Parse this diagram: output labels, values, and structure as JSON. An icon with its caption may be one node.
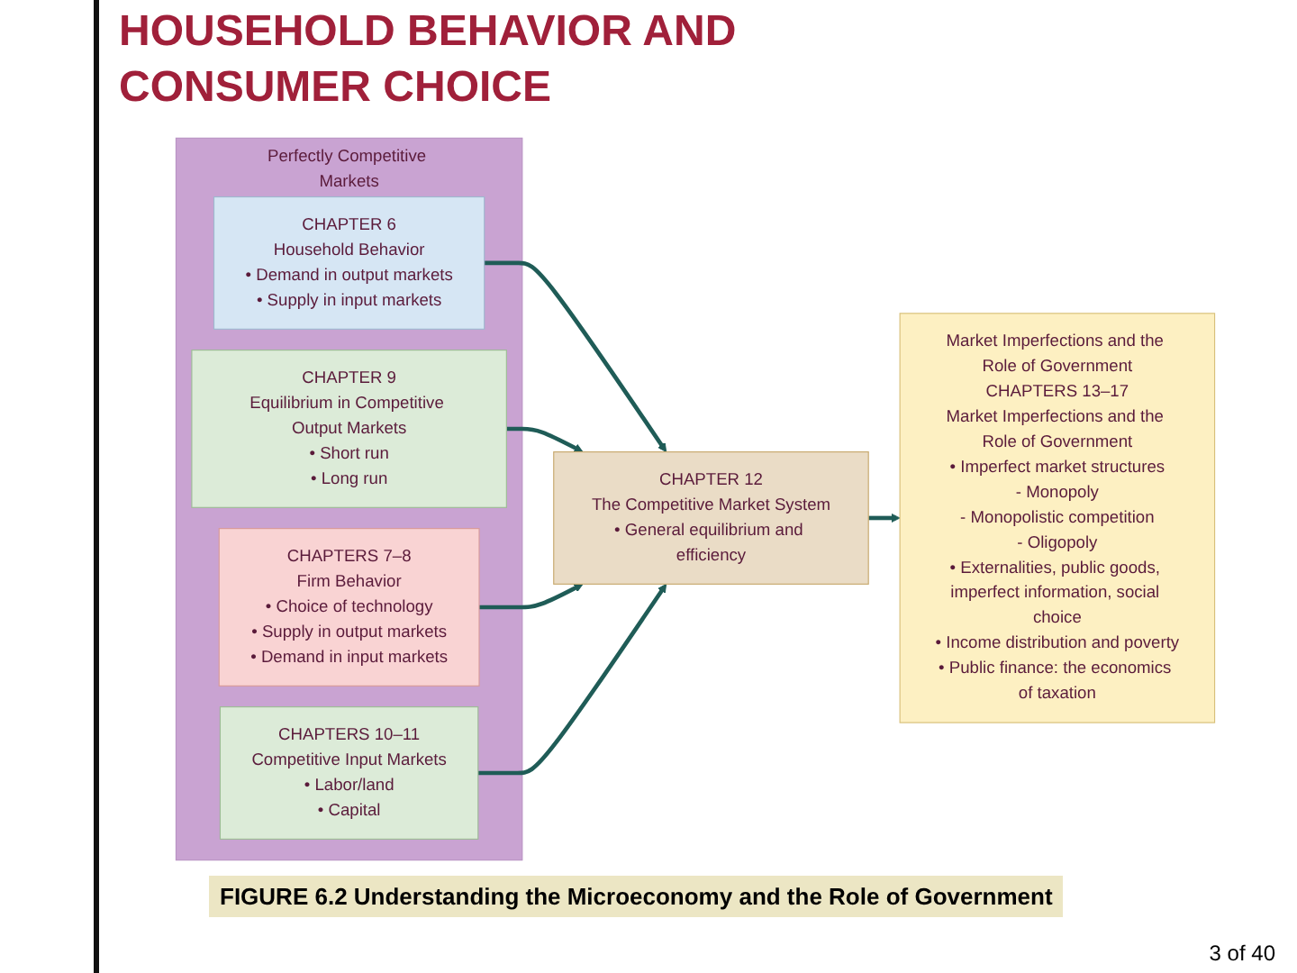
{
  "diagram": {
    "title": "HOUSEHOLD BEHAVIOR AND CONSUMER CHOICE",
    "caption": "FIGURE 6.2 Understanding the Microeconomy and the Role of Government",
    "nodes": [
      {
        "text": [
          "Perfectly Competitive Markets"
        ]
      },
      {
        "text": [
          "CHAPTER 6",
          "Household Behavior",
          "• Demand in output markets",
          "• Supply in input markets"
        ],
        "in": 0
      },
      {
        "text": [
          "CHAPTER 9",
          "Equilibrium in Competitive Output Markets",
          "• Short run",
          "• Long run"
        ],
        "in": 0
      },
      {
        "text": [
          "CHAPTERS 7–8",
          "Firm Behavior",
          "• Choice of technology",
          "• Supply in output markets",
          "• Demand in input markets"
        ],
        "in": 0
      },
      {
        "text": [
          "CHAPTERS 10–11",
          "Competitive Input Markets",
          "• Labor/land",
          "• Capital"
        ],
        "in": 0
      },
      {
        "text": [
          "CHAPTER 12",
          "The Competitive Market System",
          "• General equilibrium and efficiency"
        ]
      },
      {
        "text": [
          "Market Imperfections and the Role of Government",
          "CHAPTERS 13–17",
          "Market Imperfections and the Role of Government",
          "• Imperfect market structures",
          "- Monopoly",
          "- Monopolistic competition",
          "- Oligopoly",
          "• Externalities, public goods, imperfect information, social choice",
          "• Income distribution and poverty",
          "• Public finance: the economics of taxation"
        ]
      }
    ],
    "edges": [
      {
        "from": 1,
        "to": 5,
        "arrow": "to"
      },
      {
        "from": 2,
        "to": 5,
        "arrow": "to"
      },
      {
        "from": 3,
        "to": 5,
        "arrow": "to"
      },
      {
        "from": 4,
        "to": 5,
        "arrow": "to"
      },
      {
        "from": 5,
        "to": 6,
        "arrow": "to"
      }
    ],
    "labels": [
      "3 of 40"
    ]
  }
}
